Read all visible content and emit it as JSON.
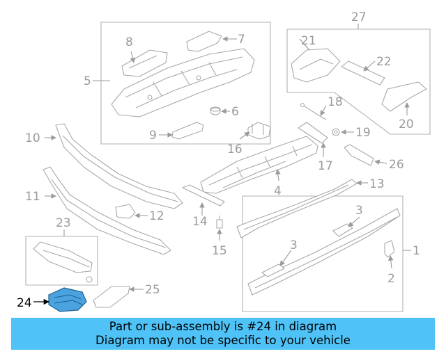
{
  "banner": {
    "line1": "Part or sub-assembly is #24 in diagram",
    "line2": "Diagram may not be specific to your vehicle",
    "color": "#4fc3f7"
  },
  "highlight_color": "#4aa3df",
  "labels": {
    "l1": "1",
    "l2": "2",
    "l3a": "3",
    "l3b": "3",
    "l4": "4",
    "l5": "5",
    "l6": "6",
    "l7": "7",
    "l8": "8",
    "l9": "9",
    "l10": "10",
    "l11": "11",
    "l12": "12",
    "l13": "13",
    "l14": "14",
    "l15": "15",
    "l16": "16",
    "l17": "17",
    "l18": "18",
    "l19": "19",
    "l20": "20",
    "l21": "21",
    "l22": "22",
    "l23": "23",
    "l24": "24",
    "l25": "25",
    "l26": "26",
    "l27": "27"
  }
}
